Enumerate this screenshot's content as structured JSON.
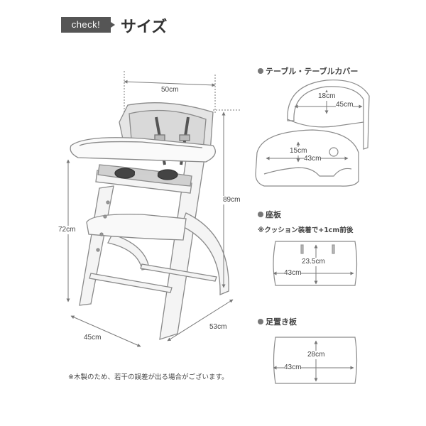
{
  "header": {
    "badge": "check!",
    "title": "サイズ"
  },
  "chair": {
    "width_label": "50cm",
    "seat_height_label": "72cm",
    "total_height_label": "89cm",
    "base_width_label": "45cm",
    "depth_label": "53cm"
  },
  "table_section": {
    "heading": "テーブル・テーブルカバー",
    "cover_depth_label": "18cm",
    "cover_width_label": "45cm",
    "table_depth_label": "15cm",
    "table_width_label": "43cm"
  },
  "seat_section": {
    "heading": "座板",
    "note": "※クッション装着で+1cm前後",
    "depth_label": "23.5cm",
    "width_label": "43cm"
  },
  "footrest_section": {
    "heading": "足置き板",
    "depth_label": "28cm",
    "width_label": "43cm"
  },
  "footnote": "※木製のため、若干の誤差が出る場合がございます。"
}
